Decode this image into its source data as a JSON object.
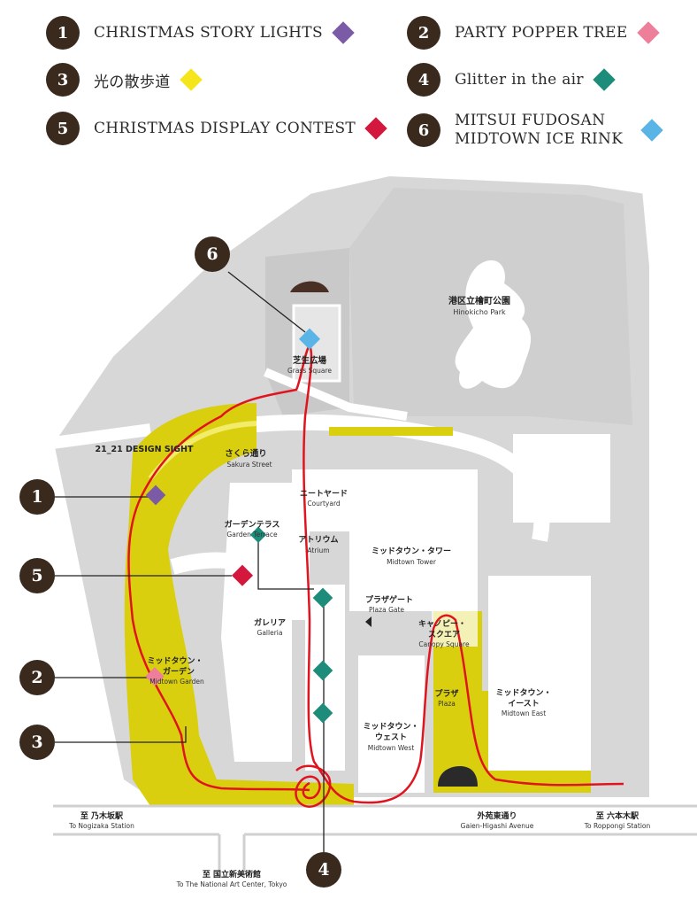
{
  "legend": [
    {
      "num": "1",
      "label": "CHRISTMAS STORY LIGHTS",
      "color": "#7b5aa6"
    },
    {
      "num": "2",
      "label": "PARTY POPPER TREE",
      "color": "#ee7f9b"
    },
    {
      "num": "3",
      "label": "光の散歩道",
      "color": "#f5e51b"
    },
    {
      "num": "4",
      "label": "Glitter in the air",
      "color": "#1d8c7a"
    },
    {
      "num": "5",
      "label": "CHRISTMAS DISPLAY CONTEST",
      "color": "#d4173d"
    },
    {
      "num": "6",
      "label": "MITSUI FUDOSAN MIDTOWN ICE RINK",
      "color": "#5ab4e6"
    }
  ],
  "places": {
    "hinokicho_jp": "港区立檜町公園",
    "hinokicho_en": "Hinokicho Park",
    "grass_jp": "芝生広場",
    "grass_en": "Grass Square",
    "design_sight": "21_21 DESIGN SIGHT",
    "sakura_jp": "さくら通り",
    "sakura_en": "Sakura Street",
    "courtyard_jp": "ニートヤード",
    "courtyard_en": "Courtyard",
    "garden_terrace_jp": "ガーデンテラス",
    "garden_terrace_en": "Garden Terrace",
    "atrium_jp": "アトリウム",
    "atrium_en": "Atrium",
    "tower_jp": "ミッドタウン・タワー",
    "tower_en": "Midtown Tower",
    "plaza_gate_jp": "プラザゲート",
    "plaza_gate_en": "Plaza Gate",
    "galleria_jp": "ガレリア",
    "galleria_en": "Galleria",
    "canopy_jp1": "キャノピー・",
    "canopy_jp2": "スクエア",
    "canopy_en": "Canopy Square",
    "midgarden_jp1": "ミッドタウン・",
    "midgarden_jp2": "ガーデン",
    "midgarden_en": "Midtown Garden",
    "plaza_jp": "プラザ",
    "plaza_en": "Plaza",
    "east_jp1": "ミッドタウン・",
    "east_jp2": "イースト",
    "east_en": "Midtown East",
    "west_jp1": "ミッドタウン・",
    "west_jp2": "ウェスト",
    "west_en": "Midtown West",
    "nogizaka_jp": "至 乃木坂駅",
    "nogizaka_en": "To Nogizaka Station",
    "gaien_jp": "外苑東通り",
    "gaien_en": "Gaien-Higashi Avenue",
    "roppongi_jp": "至 六本木駅",
    "roppongi_en": "To Roppongi Station",
    "nact_jp": "至 国立新美術館",
    "nact_en": "To The National Art Center, Tokyo"
  },
  "colors": {
    "badge": "#3a2a1e",
    "route": "#e0141e",
    "yellow_zone": "#d9cf0e",
    "building": "#ffffff",
    "ground": "#d9d9d9"
  }
}
